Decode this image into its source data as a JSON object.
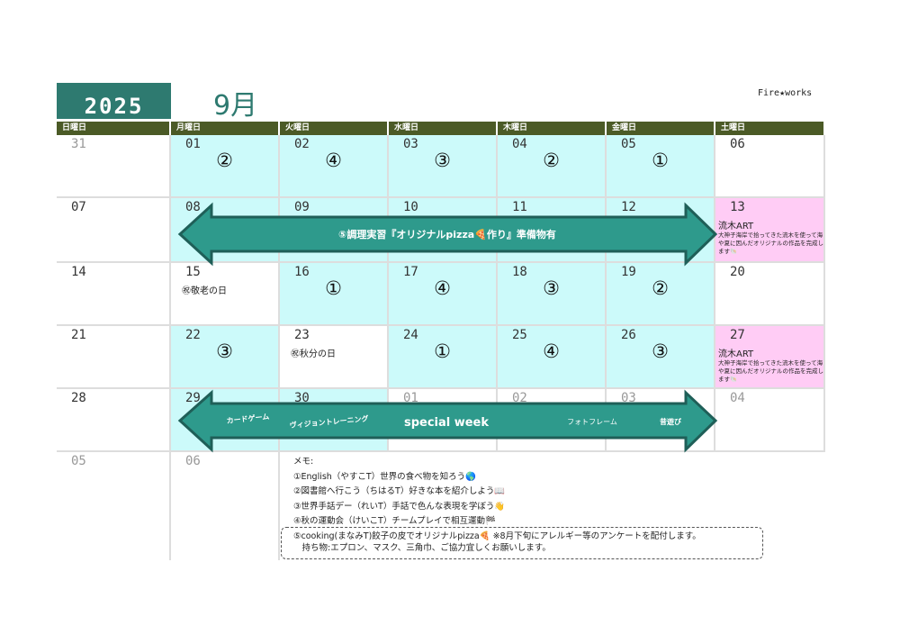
{
  "header": {
    "year": "2025",
    "month": "9月",
    "brand": "Fire★works"
  },
  "weekdays": [
    "日曜日",
    "月曜日",
    "火曜日",
    "水曜日",
    "木曜日",
    "金曜日",
    "土曜日"
  ],
  "weeks": [
    [
      {
        "d": "31",
        "bg": "white",
        "other": true
      },
      {
        "d": "01",
        "bg": "cyan",
        "mark": "②"
      },
      {
        "d": "02",
        "bg": "cyan",
        "mark": "④"
      },
      {
        "d": "03",
        "bg": "cyan",
        "mark": "③"
      },
      {
        "d": "04",
        "bg": "cyan",
        "mark": "②"
      },
      {
        "d": "05",
        "bg": "cyan",
        "mark": "①"
      },
      {
        "d": "06",
        "bg": "white"
      }
    ],
    [
      {
        "d": "07",
        "bg": "white"
      },
      {
        "d": "08",
        "bg": "cyan"
      },
      {
        "d": "09",
        "bg": "cyan"
      },
      {
        "d": "10",
        "bg": "cyan"
      },
      {
        "d": "11",
        "bg": "cyan"
      },
      {
        "d": "12",
        "bg": "cyan"
      },
      {
        "d": "13",
        "bg": "pink",
        "art": true
      }
    ],
    [
      {
        "d": "14",
        "bg": "white"
      },
      {
        "d": "15",
        "bg": "white",
        "holiday": "㊗敬老の日"
      },
      {
        "d": "16",
        "bg": "cyan",
        "mark": "①"
      },
      {
        "d": "17",
        "bg": "cyan",
        "mark": "④"
      },
      {
        "d": "18",
        "bg": "cyan",
        "mark": "③"
      },
      {
        "d": "19",
        "bg": "cyan",
        "mark": "②"
      },
      {
        "d": "20",
        "bg": "white"
      }
    ],
    [
      {
        "d": "21",
        "bg": "white"
      },
      {
        "d": "22",
        "bg": "cyan",
        "mark": "③"
      },
      {
        "d": "23",
        "bg": "white",
        "holiday": "㊗秋分の日"
      },
      {
        "d": "24",
        "bg": "white",
        "mark": "①"
      },
      {
        "d": "25",
        "bg": "white",
        "mark": "④"
      },
      {
        "d": "26",
        "bg": "white",
        "mark": "③"
      },
      {
        "d": "27",
        "bg": "pink",
        "art": true
      }
    ],
    [
      {
        "d": "28",
        "bg": "white"
      },
      {
        "d": "29",
        "bg": "cyan"
      },
      {
        "d": "30",
        "bg": "cyan"
      },
      {
        "d": "01",
        "bg": "white",
        "other": true
      },
      {
        "d": "02",
        "bg": "white",
        "other": true
      },
      {
        "d": "03",
        "bg": "white",
        "other": true
      },
      {
        "d": "04",
        "bg": "white",
        "other": true
      }
    ],
    [
      {
        "d": "05",
        "bg": "white",
        "other": true
      },
      {
        "d": "06",
        "bg": "white",
        "other": true
      }
    ]
  ],
  "art": {
    "title": "流木ART",
    "desc": "大神子海岸で拾ってきた流木を使って海や夏に因んだオリジナルの作品を完成します🐚"
  },
  "arrow1": {
    "label": "⑤調理実習『オリジナルpizza🍕作り』準備物有"
  },
  "arrow2": {
    "labels": [
      "カードゲーム",
      "ヴィジョントレーニング",
      "special week",
      "フォトフレーム",
      "昔遊び"
    ]
  },
  "memo": {
    "title": "メモ:",
    "lines": [
      "①English（やすこT）世界の食べ物を知ろう🌎",
      "②図書館へ行こう（ちはるT）好きな本を紹介しよう📖",
      "③世界手話デー（れいT）手話で色んな表現を学ぼう👋",
      "④秋の運動会（けいこT）チームプレイで相互運動🏁",
      "⑤cooking(まなみT)餃子の皮でオリジナルpizza🍕 ※8月下旬にアレルギー等のアンケートを配付します。",
      "　持ち物:エプロン、マスク、三角巾、ご協力宜しくお願いします。"
    ]
  },
  "colors": {
    "teal": "#2e7a70",
    "olive": "#4b5a26",
    "cyan": "#ccfafa",
    "pink": "#ffccf5",
    "arrow": "#2e9a8c"
  }
}
